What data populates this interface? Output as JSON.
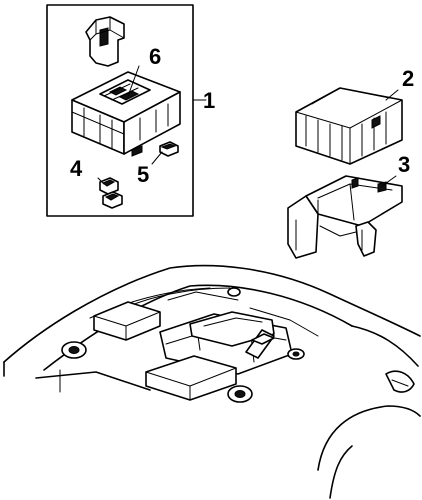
{
  "callouts": {
    "part1": "1",
    "part2": "2",
    "part3": "3",
    "part4": "4",
    "part5": "5",
    "part6": "6"
  }
}
